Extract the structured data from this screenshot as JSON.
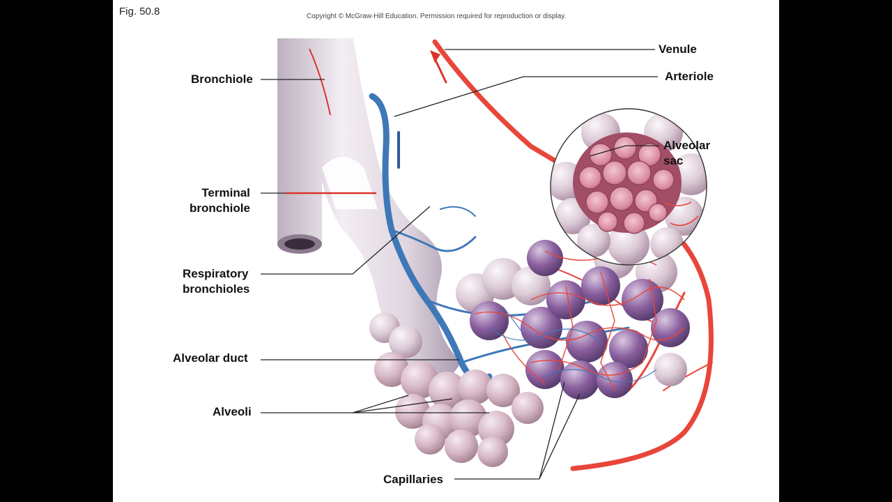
{
  "figure_number": "Fig. 50.8",
  "copyright": "Copyright © McGraw-Hill Education. Permission required for reproduction or display.",
  "labels": {
    "bronchiole": "Bronchiole",
    "terminal_bronchiole": [
      "Terminal",
      "bronchiole"
    ],
    "respiratory_bronchioles": [
      "Respiratory",
      "bronchioles"
    ],
    "alveolar_duct": "Alveolar duct",
    "alveoli": "Alveoli",
    "capillaries": "Capillaries",
    "venule": "Venule",
    "arteriole": "Arteriole",
    "alveolar_sac": [
      "Alveolar",
      "sac"
    ]
  },
  "colors": {
    "page_background": "#000000",
    "slide_background": "#ffffff",
    "artery_red": "#e8463a",
    "vein_blue": "#3f78b8",
    "alveolus_pink": "#e3ccd6",
    "alveolus_purple": "#8a5f9e",
    "sac_interior": "#c7637d",
    "leader_line": "#222222"
  }
}
